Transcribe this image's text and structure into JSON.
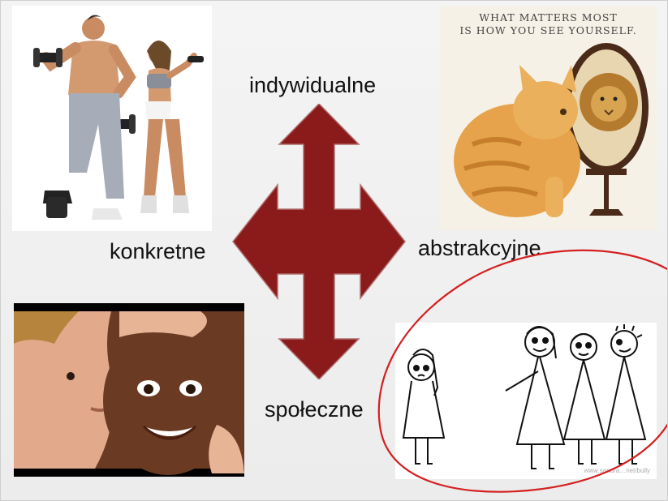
{
  "labels": {
    "top": "indywidualne",
    "left": "konkretne",
    "right": "abstrakcyjne",
    "bottom": "społeczne"
  },
  "cat_image": {
    "quote_line1": "WHAT MATTERS MOST",
    "quote_line2": "IS HOW YOU SEE YOURSELF."
  },
  "sketch_image": {
    "watermark": "www.sandra…net/bully"
  },
  "colors": {
    "arrow": "#8b1a1a",
    "circle": "#d42020",
    "background": "#efefef"
  }
}
